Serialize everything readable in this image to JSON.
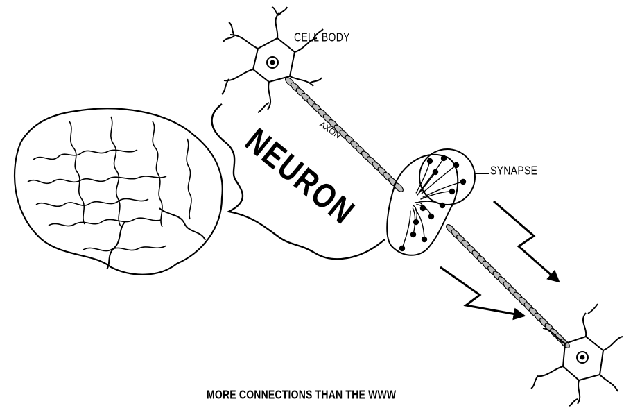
{
  "labels": {
    "cell_body": "CELL BODY",
    "axon": "AXON",
    "neuron": "NEURON",
    "synapse": "SYNAPSE"
  },
  "caption": "MORE CONNECTIONS THAN THE WWW",
  "colors": {
    "ink": "#000000",
    "background": "#ffffff",
    "myelin": "#bdbdbd"
  },
  "icons": [
    "brain-illustration",
    "neuron-cell-body-top",
    "neuron-cell-body-bottom",
    "axon-chain",
    "synapse-cluster",
    "lightning-arrow",
    "curly-brace"
  ]
}
